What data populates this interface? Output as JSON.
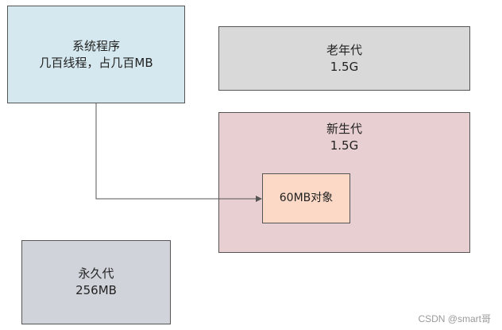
{
  "system_box": {
    "title": "系统程序",
    "subtitle": "几百线程，占几百MB"
  },
  "old_gen_box": {
    "title": "老年代",
    "subtitle": "1.5G"
  },
  "young_gen_box": {
    "title": "新生代",
    "subtitle": "1.5G"
  },
  "object_box": {
    "label": "60MB对象"
  },
  "perm_gen_box": {
    "title": "永久代",
    "subtitle": "256MB"
  },
  "watermark": "CSDN @smart哥",
  "colors": {
    "system": "#d5e8ef",
    "old_gen": "#d9d9d9",
    "young_gen": "#e8cfd1",
    "object": "#fcd9c6",
    "perm_gen": "#d0d3da",
    "connector": "#555555"
  },
  "connectors": [
    {
      "from": "system_box",
      "to": "object_box",
      "arrow": "end"
    }
  ]
}
